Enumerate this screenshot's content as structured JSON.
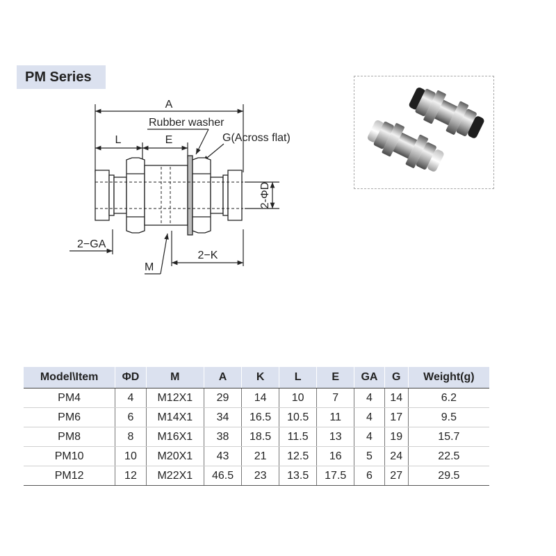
{
  "header": {
    "title": "PM Series"
  },
  "drawing": {
    "labels": {
      "a": "A",
      "rubber_washer": "Rubber washer",
      "l": "L",
      "e": "E",
      "g": "G(Across flat)",
      "d": "2-ΦD",
      "ga": "2−GA",
      "k": "2−K",
      "m": "M"
    }
  },
  "table": {
    "headers": [
      "Model\\Item",
      "ΦD",
      "M",
      "A",
      "K",
      "L",
      "E",
      "GA",
      "G",
      "Weight(g)"
    ],
    "rows": [
      [
        "PM4",
        "4",
        "M12X1",
        "29",
        "14",
        "10",
        "7",
        "4",
        "14",
        "6.2"
      ],
      [
        "PM6",
        "6",
        "M14X1",
        "34",
        "16.5",
        "10.5",
        "11",
        "4",
        "17",
        "9.5"
      ],
      [
        "PM8",
        "8",
        "M16X1",
        "38",
        "18.5",
        "11.5",
        "13",
        "4",
        "19",
        "15.7"
      ],
      [
        "PM10",
        "10",
        "M20X1",
        "43",
        "21",
        "12.5",
        "16",
        "5",
        "24",
        "22.5"
      ],
      [
        "PM12",
        "12",
        "M22X1",
        "46.5",
        "23",
        "13.5",
        "17.5",
        "6",
        "27",
        "29.5"
      ]
    ]
  }
}
